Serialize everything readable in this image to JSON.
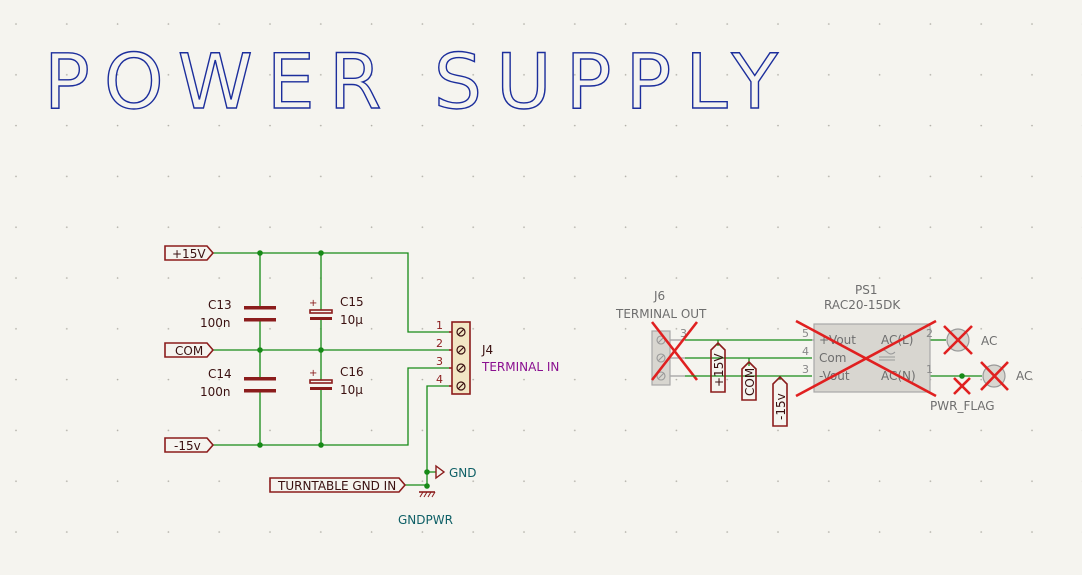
{
  "title": "POWER SUPPLY",
  "labels": {
    "plus15": "+15V",
    "com": "COM",
    "minus15": "-15v",
    "turntable_gnd": "TURNTABLE GND IN"
  },
  "components": {
    "c13": {
      "ref": "C13",
      "value": "100n"
    },
    "c14": {
      "ref": "C14",
      "value": "100n"
    },
    "c15": {
      "ref": "C15",
      "value": "10µ"
    },
    "c16": {
      "ref": "C16",
      "value": "10µ"
    },
    "j4": {
      "ref": "J4",
      "value": "TERMINAL IN",
      "pins": [
        "1",
        "2",
        "3",
        "4"
      ]
    },
    "j6": {
      "ref": "J6",
      "value": "TERMINAL OUT",
      "pins": [
        "3"
      ]
    },
    "ps1": {
      "ref": "PS1",
      "value": "RAC20-15DK",
      "left_pins": [
        "+Vout",
        "Com",
        "-Vout"
      ],
      "left_pin_numbers": [
        "5",
        "4",
        "3"
      ],
      "right_pins": [
        "AC(L)",
        "AC(N)"
      ],
      "right_pin_numbers": [
        "2",
        "1"
      ]
    }
  },
  "power": {
    "gnd": "GND",
    "gndpwr": "GNDPWR",
    "ac1": "AC",
    "ac2": "AC",
    "pwr_flag": "PWR_FLAG"
  },
  "vertical_labels": {
    "plus15": "+15V",
    "com": "COM",
    "minus15": "-15v"
  },
  "colors": {
    "wire": "#178a17",
    "device": "#8b1c1c",
    "title": "#1c2e9c",
    "dnp_cross": "#e02020",
    "background": "#f5f4ef"
  }
}
